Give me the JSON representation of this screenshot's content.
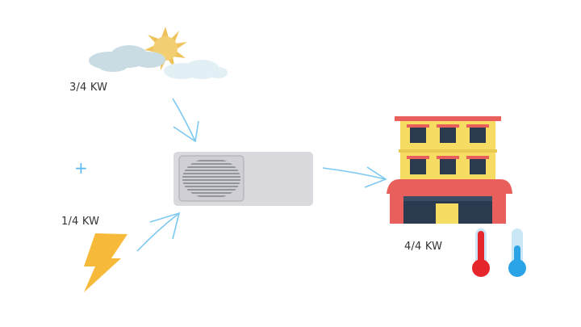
{
  "labels": {
    "solar": "3/4 KW",
    "electric": "1/4 KW",
    "output": "4/4 KW",
    "plus": "+"
  },
  "icons": [
    "sun-cloud-icon",
    "lightning-icon",
    "heat-pump-icon",
    "building-icon",
    "hot-thermometer-icon",
    "cold-thermometer-icon",
    "arrow-icon"
  ],
  "colors": {
    "arrow": "#7cc8f0",
    "sun": "#f0c860",
    "bolt": "#f7b93a",
    "unit": "#d9d9de",
    "building": "#f6dc62",
    "roof": "#e85f5c",
    "hot": "#e5262b",
    "cold": "#2aa4e6"
  }
}
